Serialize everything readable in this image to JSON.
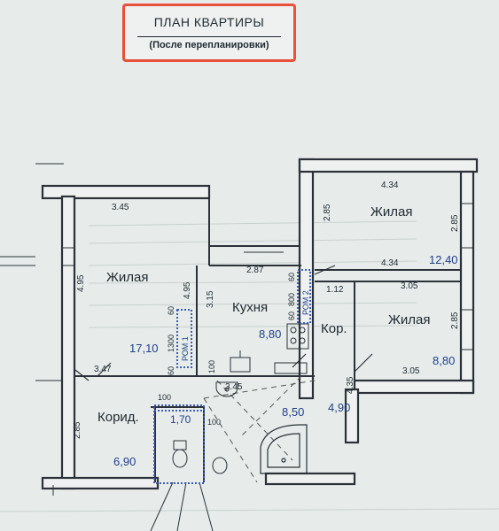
{
  "title": {
    "main": "ПЛАН КВАРТИРЫ",
    "sub": "(После перепланировки)"
  },
  "colors": {
    "wall": "#2b3138",
    "paper": "#e7ecea",
    "accent": "#e8503a",
    "area_text": "#1f3f8a"
  },
  "rooms": {
    "living_left": {
      "name": "Жилая",
      "area": "17,10"
    },
    "kitchen": {
      "name": "Кухня",
      "area": "8,80"
    },
    "living_top_right": {
      "name": "Жилая",
      "area": "12,40"
    },
    "living_mid_right": {
      "name": "Жилая",
      "area": "8,80"
    },
    "corridor_small": {
      "name": "Кор.",
      "area": "4,90"
    },
    "corridor_left": {
      "name": "Корид.",
      "area": "6,90"
    },
    "bathroom": {
      "area": "8,50"
    },
    "toilet": {
      "area": "1,70"
    }
  },
  "dims": {
    "d345_top": "3.45",
    "d495_left": "4.95",
    "d495_inner": "4.95",
    "d347": "3.47",
    "d345_bottom": "3.45",
    "d287": "2.87",
    "d315": "3.15",
    "d434_top": "4.34",
    "d434_mid": "4.34",
    "d285_a": "2.85",
    "d285_b": "2.85",
    "d305_a": "3.05",
    "d305_b": "3.05",
    "d285_c": "2.85",
    "d112": "1.12",
    "d435": "4.35",
    "d285_left": "2.85",
    "d1300": "1300",
    "d60_a": "60",
    "d60_b": "60",
    "d100_a": "100",
    "d800": "800",
    "d60_c": "60",
    "d60_d": "60",
    "d100_b": "100",
    "d100_c": "100"
  },
  "labels": {
    "rom1": "РОМ 1",
    "rom2": "РОМ 2"
  }
}
